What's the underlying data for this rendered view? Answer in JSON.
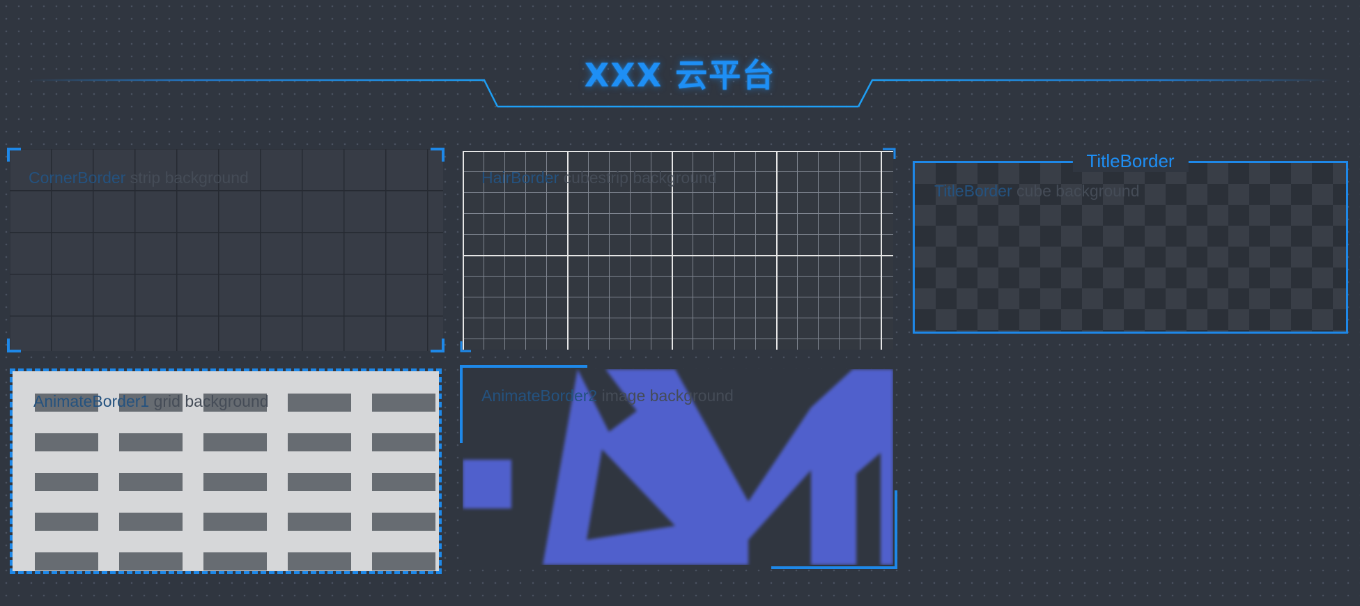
{
  "header": {
    "title": "XXX 云平台",
    "accent_color": "#1e8ff5"
  },
  "panels": {
    "corner_border": {
      "keyword": "CornerBorder",
      "rest": " strip background"
    },
    "hair_border": {
      "keyword": "HairBorder",
      "rest": " cubestrip background"
    },
    "title_border": {
      "title": "TitleBorder",
      "keyword": "TitleBorder",
      "rest": " cube background"
    },
    "animate_border_1": {
      "keyword": "AnimateBorder1",
      "rest": " grid background"
    },
    "animate_border_2": {
      "keyword": "AnimateBorder2",
      "rest": " image background"
    }
  },
  "colors": {
    "page_background": "#303640",
    "border_blue": "#1e88e8",
    "image_blue": "#5563cf"
  },
  "icons": {
    "background_image": "logo-arrow-mark"
  }
}
